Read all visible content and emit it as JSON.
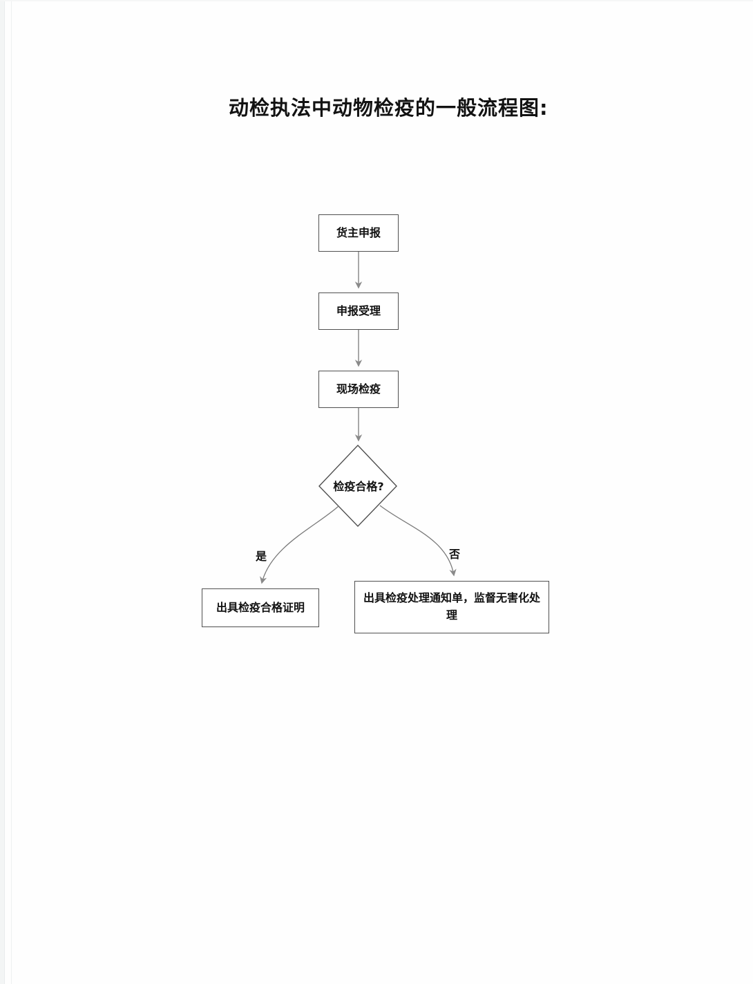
{
  "page": {
    "title": "动检执法中动物检疫的一般流程图:",
    "background": "#fefefe"
  },
  "flowchart": {
    "type": "flowchart",
    "direction": "top-down",
    "colors": {
      "node_border": "#4f4f4f",
      "connector": "#7a7a7a",
      "text": "#111111",
      "node_fill": "#ffffff"
    },
    "nodes": [
      {
        "id": "owner-declaration",
        "shape": "rect",
        "label": "货主申报"
      },
      {
        "id": "declaration-acceptance",
        "shape": "rect",
        "label": "申报受理"
      },
      {
        "id": "onsite-quarantine",
        "shape": "rect",
        "label": "现场检疫"
      },
      {
        "id": "quarantine-qualified",
        "shape": "diamond",
        "label": "检疫合格?"
      },
      {
        "id": "issue-certificate",
        "shape": "rect",
        "label": "出具检疫合格证明"
      },
      {
        "id": "issue-treatment-notice",
        "shape": "rect",
        "label": "出具检疫处理通知单，监督无害化处\n理"
      }
    ],
    "edges": [
      {
        "from": "owner-declaration",
        "to": "declaration-acceptance",
        "label": ""
      },
      {
        "from": "declaration-acceptance",
        "to": "onsite-quarantine",
        "label": ""
      },
      {
        "from": "onsite-quarantine",
        "to": "quarantine-qualified",
        "label": ""
      },
      {
        "from": "quarantine-qualified",
        "to": "issue-certificate",
        "label": "是"
      },
      {
        "from": "quarantine-qualified",
        "to": "issue-treatment-notice",
        "label": "否"
      }
    ]
  }
}
